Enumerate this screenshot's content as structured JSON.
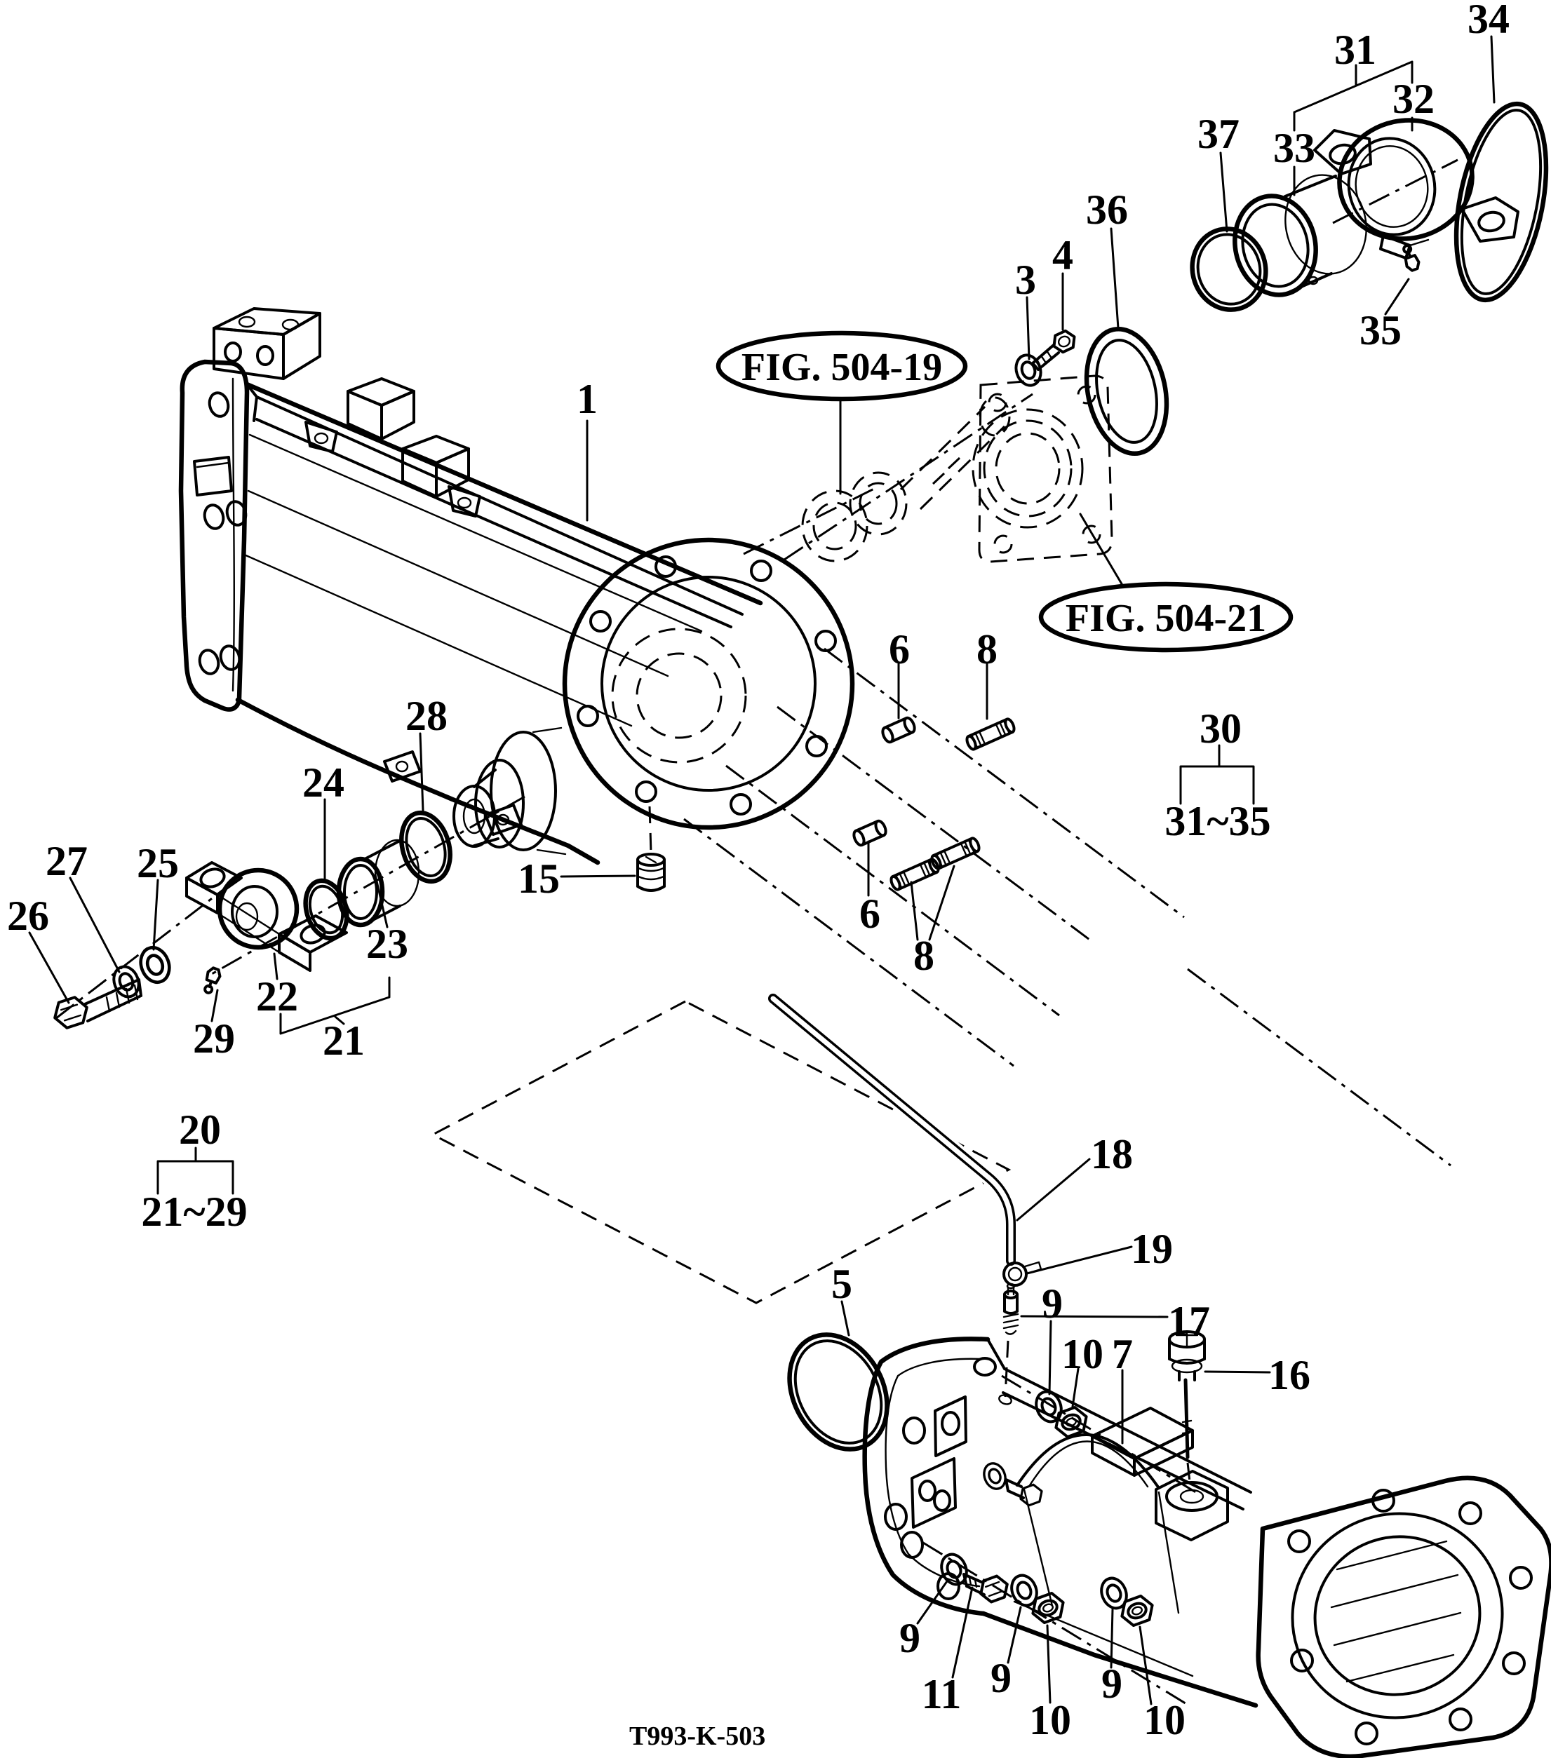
{
  "diagram": {
    "type": "exploded-parts-diagram",
    "drawing_code": "T993-K-503",
    "figure_references": [
      {
        "id": "fig_504_19",
        "label": "FIG. 504-19"
      },
      {
        "id": "fig_504_21",
        "label": "FIG. 504-21"
      }
    ],
    "group_callouts": [
      {
        "group": "20",
        "range": "21~29"
      },
      {
        "group": "30",
        "range": "31~35"
      }
    ],
    "callouts": {
      "p1": "1",
      "p3": "3",
      "p4": "4",
      "p5": "5",
      "p6_upper": "6",
      "p6_lower": "6",
      "p7": "7",
      "p8_upper": "8",
      "p8_lower": "8",
      "p9_top": "9",
      "p9_a": "9",
      "p9_b": "9",
      "p9_c": "9",
      "p10_top": "10",
      "p10_a": "10",
      "p10_b": "10",
      "p11": "11",
      "p15": "15",
      "p16": "16",
      "p17": "17",
      "p18": "18",
      "p19": "19",
      "p20": "20",
      "p21": "21",
      "p22": "22",
      "p23": "23",
      "p24": "24",
      "p25": "25",
      "p26": "26",
      "p27": "27",
      "p28": "28",
      "p29": "29",
      "p30": "30",
      "p31": "31",
      "p32": "32",
      "p33": "33",
      "p34": "34",
      "p35": "35",
      "p36": "36",
      "p37": "37",
      "range_21_29": "21~29",
      "range_31_35": "31~35"
    },
    "colors": {
      "ink": "#000000",
      "paper": "#ffffff"
    }
  }
}
